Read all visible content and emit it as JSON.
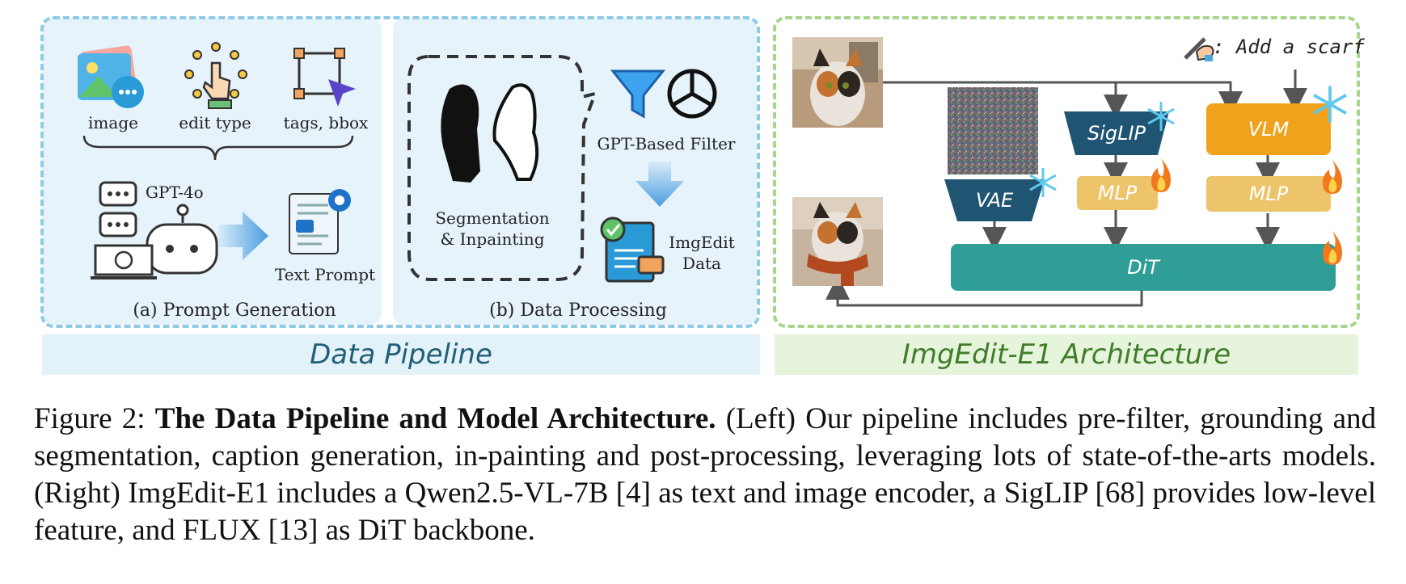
{
  "left": {
    "banner": "Data Pipeline",
    "prompt_generation": {
      "inputs": [
        "image",
        "edit type",
        "tags, bbox"
      ],
      "model_label": "GPT-4o",
      "output_label": "Text Prompt",
      "title": "(a) Prompt Generation"
    },
    "data_processing": {
      "segmentation_label_line1": "Segmentation",
      "segmentation_label_line2": "& Inpainting",
      "filter_label": "GPT-Based Filter",
      "data_label_line1": "ImgEdit",
      "data_label_line2": "Data",
      "title": "(b) Data Processing"
    }
  },
  "right": {
    "banner": "ImgEdit-E1 Architecture",
    "instruction": ": Add a scarf",
    "blocks": {
      "siglip": "SigLIP",
      "vlm": "VLM",
      "vae": "VAE",
      "mlp1": "MLP",
      "mlp2": "MLP",
      "dit": "DiT"
    }
  },
  "caption": {
    "prefix": "Figure 2: ",
    "bold": "The Data Pipeline and Model Architecture.",
    "rest": " (Left) Our pipeline includes pre-filter, grounding and segmentation, caption generation, in-painting and post-processing, leveraging lots of state-of-the-arts models. (Right) ImgEdit-E1 includes a Qwen2.5-VL-7B [4] as text and image encoder, a SigLIP [68] provides low-level feature, and FLUX [13] as DiT backbone."
  },
  "colors": {
    "left_bg": "#e6f3fa",
    "left_dash": "#8fcbe6",
    "right_dash": "#a6d68a",
    "left_banner_text": "#1f5f7a",
    "right_banner_text": "#3f7d2a",
    "dit": "#2e9e97",
    "siglip_vae": "#1f5573",
    "vlm": "#f0a21c",
    "mlp": "#edc46a"
  }
}
